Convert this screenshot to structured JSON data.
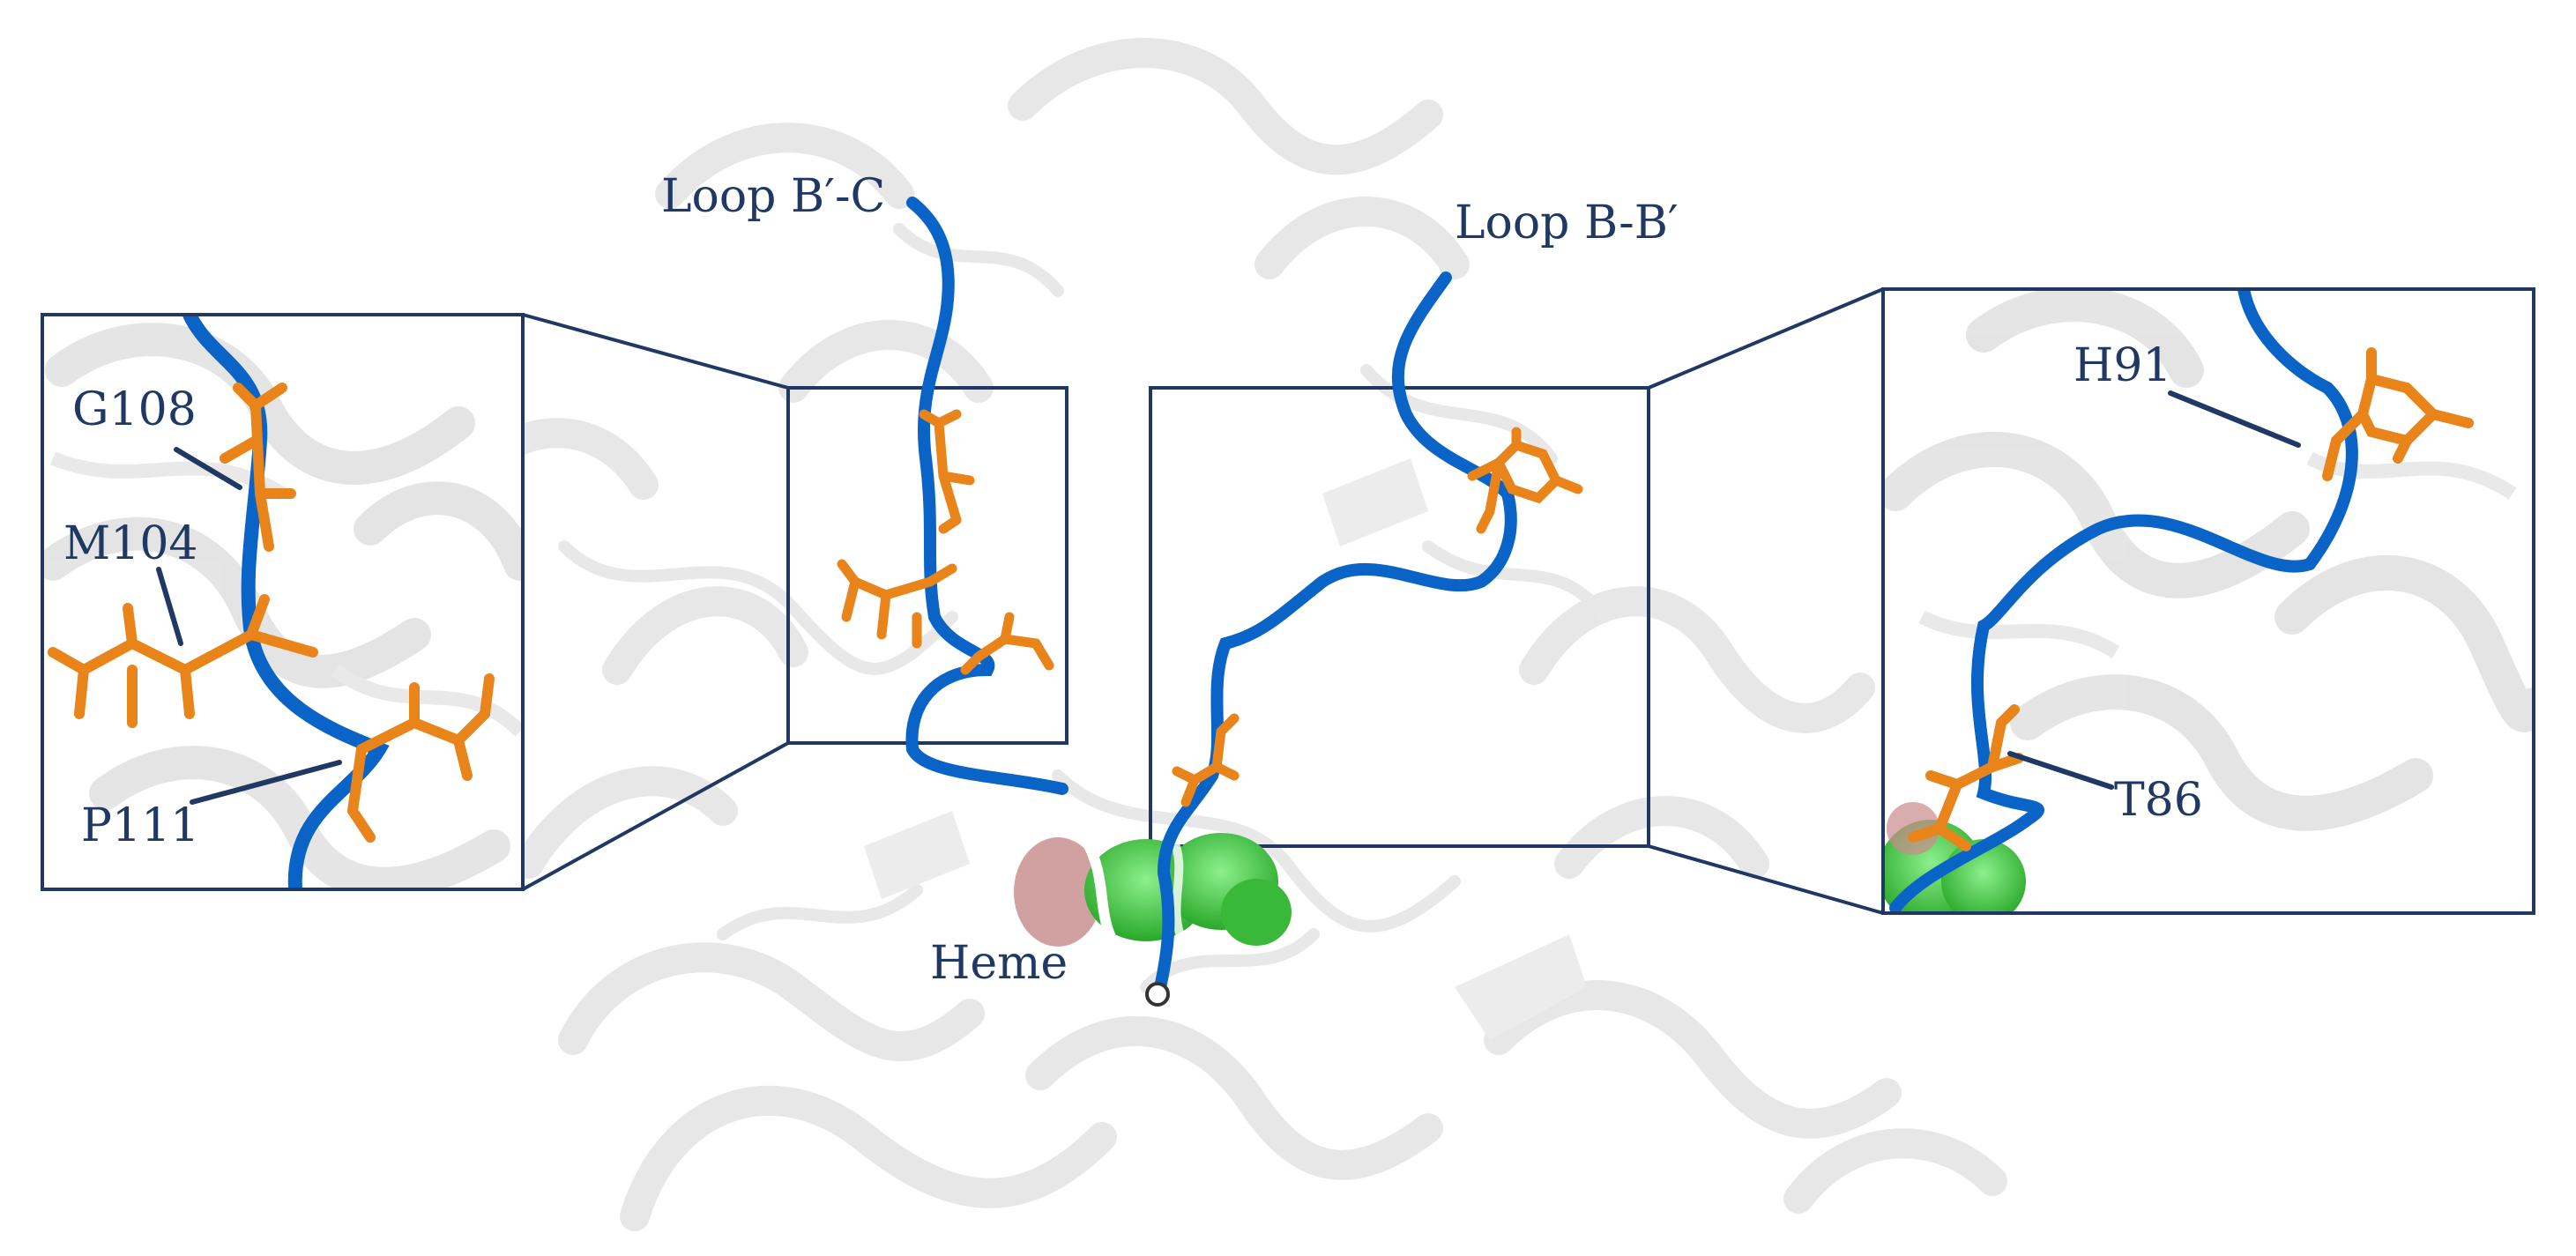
{
  "labels": {
    "loop_bp_c": "Loop B′-C",
    "loop_b_bp": "Loop B-B′",
    "heme": "Heme",
    "g108": "G108",
    "m104": "M104",
    "p111": "P111",
    "h91": "H91",
    "t86": "T86"
  },
  "colors": {
    "loop": "#0a64c8",
    "residue": "#e8841a",
    "heme": "#3ec43e",
    "frame": "#1f3864",
    "protein": "#e6e6e6"
  }
}
